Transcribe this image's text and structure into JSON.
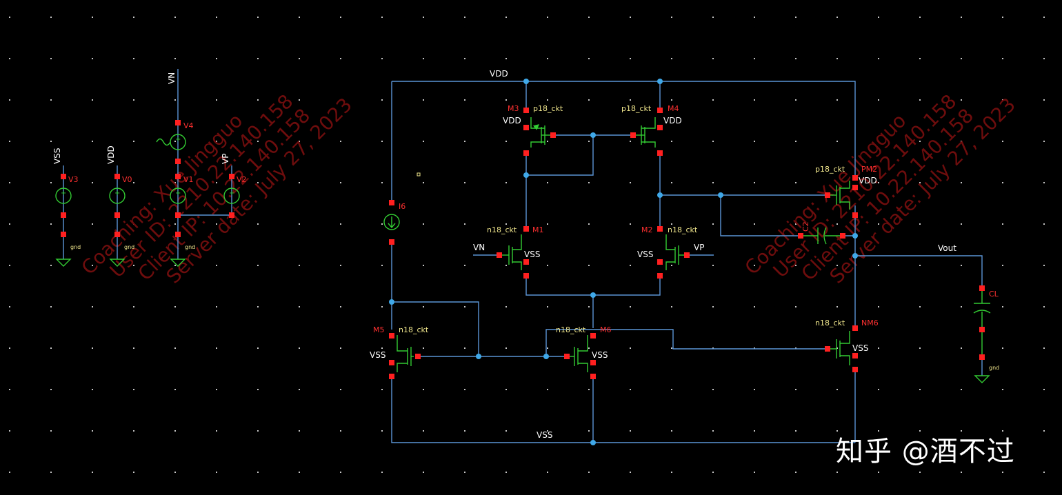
{
  "colors": {
    "background": "#000000",
    "wire": "#5b95d6",
    "pin": "#ff2020",
    "component": "#33cc33",
    "net_label": "#ffffff",
    "model_label": "#f0e68c",
    "instance_label": "#ff3030",
    "grid_dot": "#c8c8c8",
    "junction": "#3fa8e8",
    "watermark": "#6e0d0d"
  },
  "net_labels": {
    "vdd_top": "VDD",
    "vss_bottom": "VSS",
    "vout": "Vout",
    "vn_in": "VN",
    "vp_in": "VP",
    "src_vss": "VSS",
    "src_vdd": "VDD",
    "src_vn": "VN",
    "src_vp": "VP",
    "gnd": "gnd"
  },
  "sources": {
    "v3": "V3",
    "v0": "V0",
    "v4": "V4",
    "v1": "V1",
    "v2": "V2"
  },
  "devices": {
    "m1": {
      "instance": "M1",
      "model": "n18_ckt",
      "bulk": "VSS"
    },
    "m2": {
      "instance": "M2",
      "model": "n18_ckt",
      "bulk": "VSS"
    },
    "m3": {
      "instance": "M3",
      "model": "p18_ckt",
      "bulk": "VDD"
    },
    "m4": {
      "instance": "M4",
      "model": "p18_ckt",
      "bulk": "VDD"
    },
    "m5": {
      "instance": "M5",
      "model": "n18_ckt",
      "bulk": "VSS"
    },
    "m6": {
      "instance": "M6",
      "model": "n18_ckt",
      "bulk": "VSS"
    },
    "pm2": {
      "instance": "PM2",
      "model": "p18_ckt",
      "bulk": "VDD"
    },
    "nm6": {
      "instance": "NM6",
      "model": "n18_ckt",
      "bulk": "VSS"
    },
    "i6": {
      "instance": "I6"
    },
    "c2": {
      "instance": "C2"
    },
    "cl": {
      "instance": "CL"
    }
  },
  "watermark": {
    "left": [
      "Coaching: Xue Jingguo",
      "User ID: 2210.22.140.158",
      "Client IP: 10.22.140.158",
      "Server date: July 27, 2023"
    ],
    "right": [
      "Coaching: Xue Jingguo",
      "User ID: 2210.22.140.158",
      "Client IP: 10.22.140.158",
      "Server date: July 27, 2023"
    ]
  },
  "brand": "知乎 @酒不过"
}
